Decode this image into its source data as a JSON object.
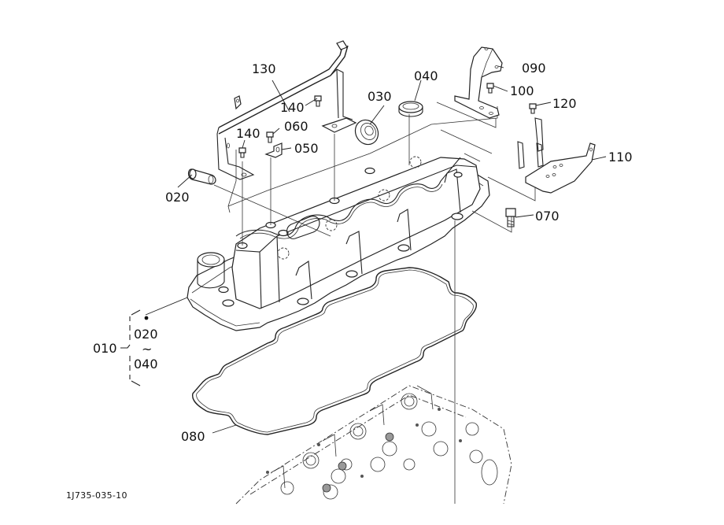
{
  "figure": {
    "code": "1J735-035-10",
    "assembly": {
      "label": "010",
      "range_from": "020",
      "range_symbol": "~",
      "range_to": "040"
    },
    "callouts": [
      {
        "id": "020",
        "part": "pipe"
      },
      {
        "id": "030",
        "part": "oil-seal-small"
      },
      {
        "id": "040",
        "part": "oil-seal-large"
      },
      {
        "id": "050",
        "part": "small-bracket"
      },
      {
        "id": "060",
        "part": "bolt"
      },
      {
        "id": "070",
        "part": "cover-bolt"
      },
      {
        "id": "080",
        "part": "cover-gasket"
      },
      {
        "id": "090",
        "part": "hanger-bracket"
      },
      {
        "id": "100",
        "part": "bolt"
      },
      {
        "id": "110",
        "part": "stay-bracket"
      },
      {
        "id": "120",
        "part": "bolt"
      },
      {
        "id": "130",
        "part": "pipe-bracket"
      },
      {
        "id": "140",
        "part": "bolt"
      },
      {
        "id": "140b",
        "part": "bolt"
      }
    ],
    "labels": {
      "l020": "020",
      "l030": "030",
      "l040": "040",
      "l050": "050",
      "l060": "060",
      "l070": "070",
      "l080": "080",
      "l090": "090",
      "l100": "100",
      "l110": "110",
      "l120": "120",
      "l130": "130",
      "l140a": "140",
      "l140b": "140"
    }
  }
}
